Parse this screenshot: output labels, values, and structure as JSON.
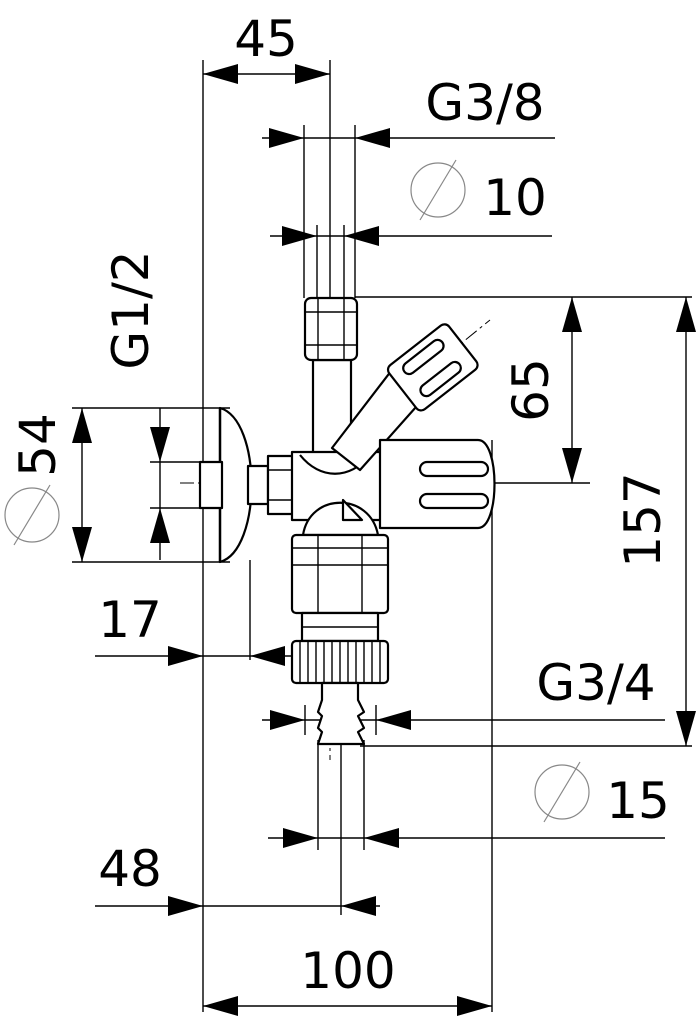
{
  "dimensions": {
    "width_top": "45",
    "thread_top": "G3/8",
    "pipe_top": "10",
    "thread_inlet": "G1/2",
    "rosette": "54",
    "height_upper": "65",
    "height_total": "157",
    "offset_wall": "17",
    "thread_outlet": "G3/4",
    "hose_outlet": "15",
    "offset_outlet": "48",
    "width_total": "100"
  },
  "icons": {
    "diameter": "diameter-symbol"
  }
}
